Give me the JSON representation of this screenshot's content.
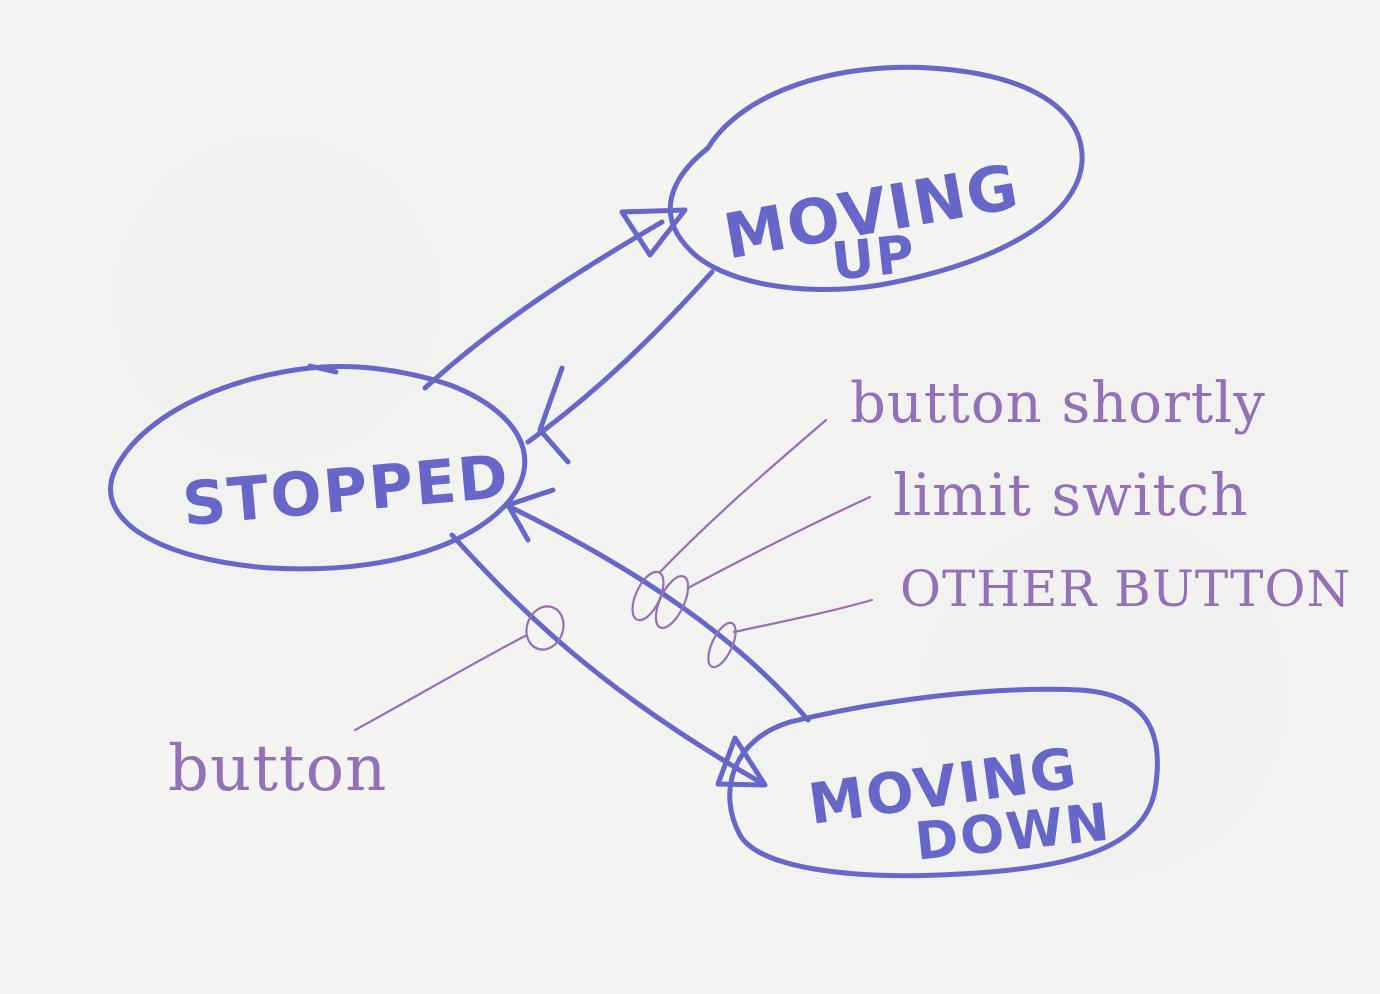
{
  "diagram": {
    "colors": {
      "state": "#6767c9",
      "note": "#9470b8",
      "paper": "#f4f4f3"
    },
    "states": {
      "moving_up": {
        "line1": "MOVING",
        "line2": "UP"
      },
      "stopped": {
        "label": "STOPPED"
      },
      "moving_down": {
        "line1": "MOVING",
        "line2": "DOWN"
      }
    },
    "annotations": {
      "button_shortly": "button shortly",
      "limit_switch": "limit switch",
      "other_button": "OTHER BUTTON",
      "button": "button"
    }
  }
}
